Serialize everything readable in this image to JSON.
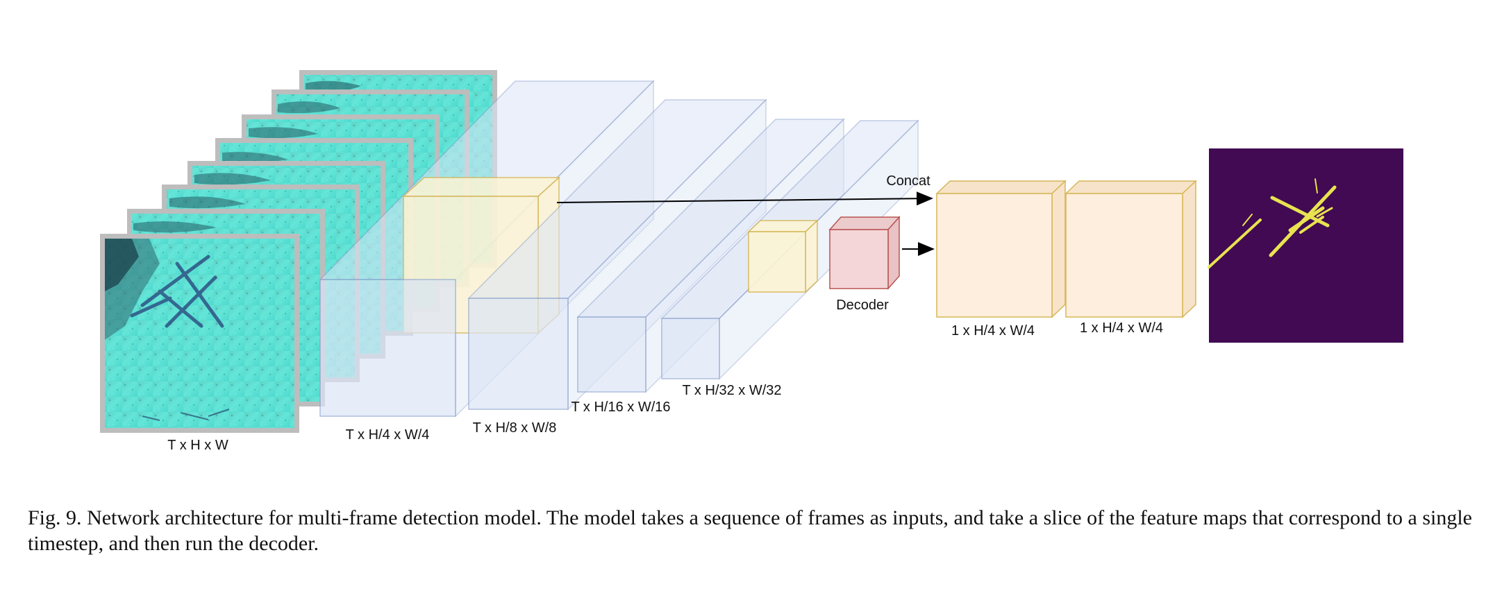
{
  "labels": {
    "input_frames": "T x H x W",
    "enc_stage1": "T x H/4 x W/4",
    "enc_stage2": "T x H/8 x W/8",
    "enc_stage3": "T x H/16 x W/16",
    "enc_stage4": "T x H/32 x W/32",
    "concat": "Concat",
    "decoder": "Decoder",
    "out_block1": "1 x H/4 x W/4",
    "out_block2": "1 x H/4 x W/4"
  },
  "caption": {
    "fig_number": "Fig. 9.",
    "text": "Network architecture for multi-frame detection model. The model takes a sequence of frames as inputs, and take a slice of the feature maps that correspond to a single timestep, and then run the decoder."
  },
  "colors": {
    "encoder_fill": "#dce5f6",
    "encoder_stroke": "#8ea3cf",
    "slice_fill": "#fcf4d4",
    "slice_stroke": "#d6b656",
    "decoder_fill": "#f4d6d8",
    "decoder_stroke": "#b85450",
    "output_fill": "#feeedd",
    "output_stroke": "#d6b656",
    "mask_background": "#410a52",
    "mask_lines": "#e8e350",
    "frame_base": "#52e0d2"
  }
}
